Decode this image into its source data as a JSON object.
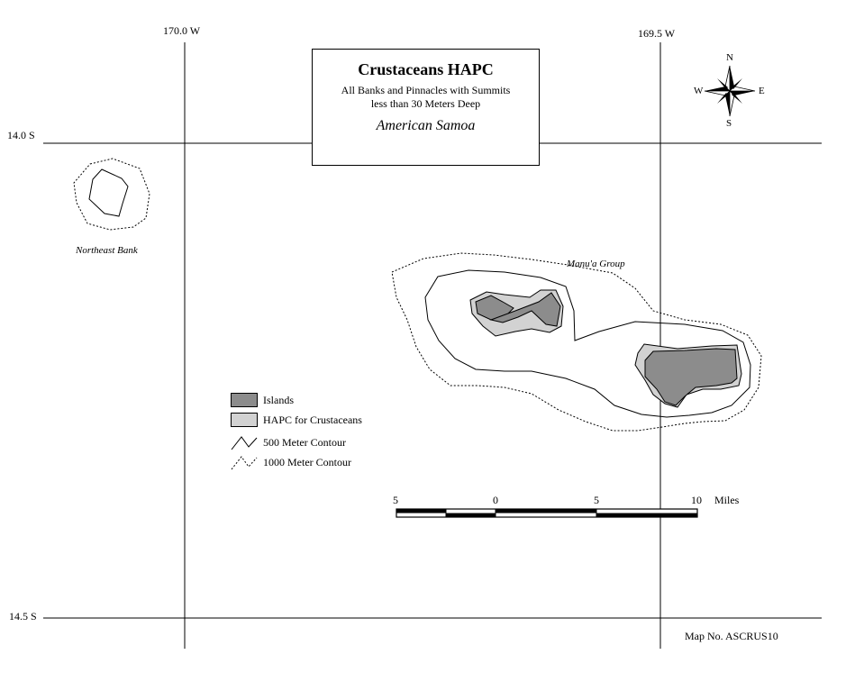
{
  "title": {
    "main": "Crustaceans HAPC",
    "subtitle_line1": "All Banks and Pinnacles with Summits",
    "subtitle_line2": "less than 30 Meters Deep",
    "region": "American Samoa"
  },
  "grid": {
    "lon_labels": [
      "170.0 W",
      "169.5 W"
    ],
    "lat_labels": [
      "14.0 S",
      "14.5 S"
    ]
  },
  "compass": {
    "n": "N",
    "s": "S",
    "e": "E",
    "w": "W"
  },
  "features": {
    "northeast_bank": "Northeast Bank",
    "manua_group": "Manu'a Group"
  },
  "legend": {
    "islands": "Islands",
    "hapc": "HAPC for Crustaceans",
    "contour500": "500 Meter Contour",
    "contour1000": "1000 Meter Contour"
  },
  "scale_bar": {
    "ticks": [
      "5",
      "0",
      "5",
      "10"
    ],
    "unit": "Miles"
  },
  "map_number": "Map No. ASCRUS10",
  "colors": {
    "island": "#8c8c8c",
    "hapc": "#d2d2d2",
    "line": "#000000"
  }
}
